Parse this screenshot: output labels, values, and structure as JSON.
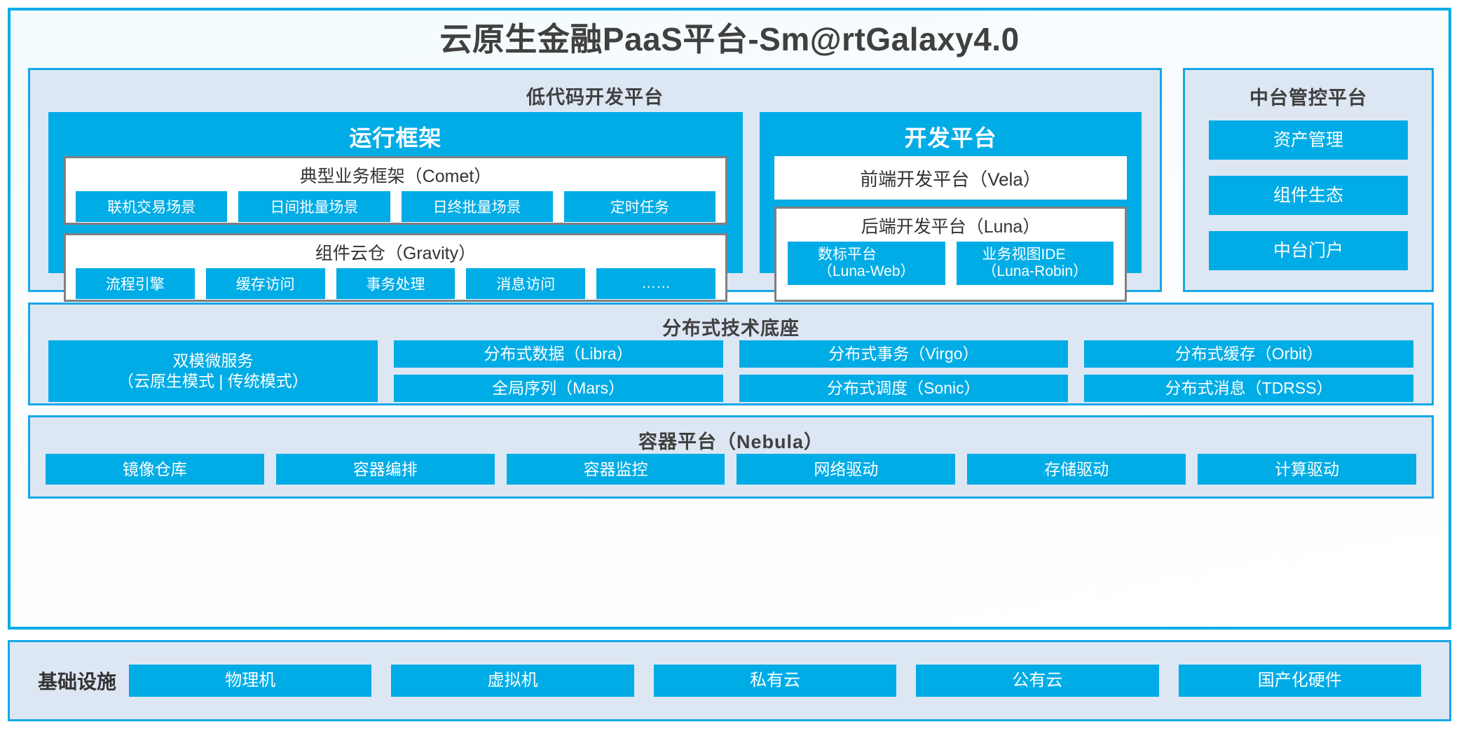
{
  "title": "云原生金融PaaS平台-Sm@rtGalaxy4.0",
  "colors": {
    "accent_blue": "#00ace6",
    "panel_bg": "#dde7f3",
    "panel_border": "#15a8e8",
    "card_border": "#808080",
    "text_dark": "#404040"
  },
  "lowcode": {
    "title": "低代码开发平台",
    "runtime": {
      "title": "运行框架",
      "comet": {
        "title": "典型业务框架（Comet）",
        "chips": [
          "联机交易场景",
          "日间批量场景",
          "日终批量场景",
          "定时任务"
        ]
      },
      "gravity": {
        "title": "组件云仓（Gravity）",
        "chips": [
          "流程引擎",
          "缓存访问",
          "事务处理",
          "消息访问",
          "……"
        ]
      }
    },
    "devplatform": {
      "title": "开发平台",
      "vela": "前端开发平台（Vela）",
      "luna": {
        "title": "后端开发平台（Luna）",
        "chips": [
          "数标平台\n（Luna-Web）",
          "业务视图IDE\n（Luna-Robin）"
        ]
      }
    }
  },
  "midplatform": {
    "title": "中台管控平台",
    "items": [
      "资产管理",
      "组件生态",
      "中台门户"
    ]
  },
  "distributed": {
    "title": "分布式技术底座",
    "columns": [
      {
        "single": true,
        "items": [
          "双模微服务\n（云原生模式 | 传统模式）"
        ]
      },
      {
        "single": false,
        "items": [
          "分布式数据（Libra）",
          "全局序列（Mars）"
        ]
      },
      {
        "single": false,
        "items": [
          "分布式事务（Virgo）",
          "分布式调度（Sonic）"
        ]
      },
      {
        "single": false,
        "items": [
          "分布式缓存（Orbit）",
          "分布式消息（TDRSS）"
        ]
      }
    ]
  },
  "container": {
    "title": "容器平台（Nebula）",
    "items": [
      "镜像仓库",
      "容器编排",
      "容器监控",
      "网络驱动",
      "存储驱动",
      "计算驱动"
    ]
  },
  "infrastructure": {
    "label": "基础设施",
    "items": [
      "物理机",
      "虚拟机",
      "私有云",
      "公有云",
      "国产化硬件"
    ]
  }
}
